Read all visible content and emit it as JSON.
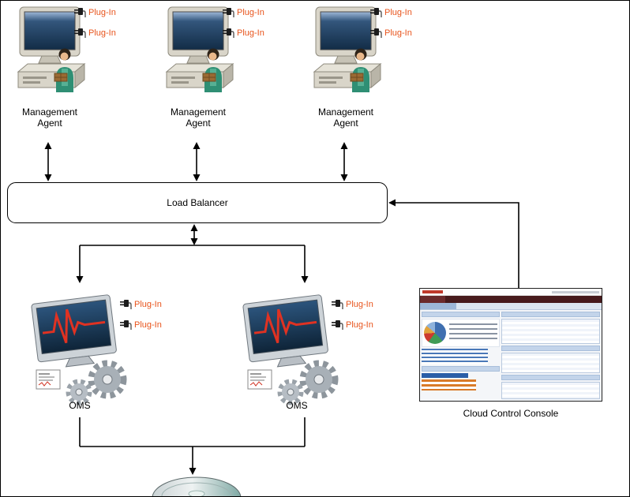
{
  "nodes": {
    "agents": [
      {
        "label": "Management Agent",
        "plugins": [
          "Plug-In",
          "Plug-In"
        ]
      },
      {
        "label": "Management Agent",
        "plugins": [
          "Plug-In",
          "Plug-In"
        ]
      },
      {
        "label": "Management Agent",
        "plugins": [
          "Plug-In",
          "Plug-In"
        ]
      }
    ],
    "load_balancer": {
      "label": "Load Balancer"
    },
    "oms": [
      {
        "label": "OMS",
        "plugins": [
          "Plug-In",
          "Plug-In"
        ]
      },
      {
        "label": "OMS",
        "plugins": [
          "Plug-In",
          "Plug-In"
        ]
      }
    ],
    "console": {
      "label": "Cloud Control Console"
    },
    "repository": {
      "label": ""
    }
  },
  "colors": {
    "plugin_text": "#e8541c",
    "connector": "#000000",
    "ecg_line": "#e03222"
  }
}
